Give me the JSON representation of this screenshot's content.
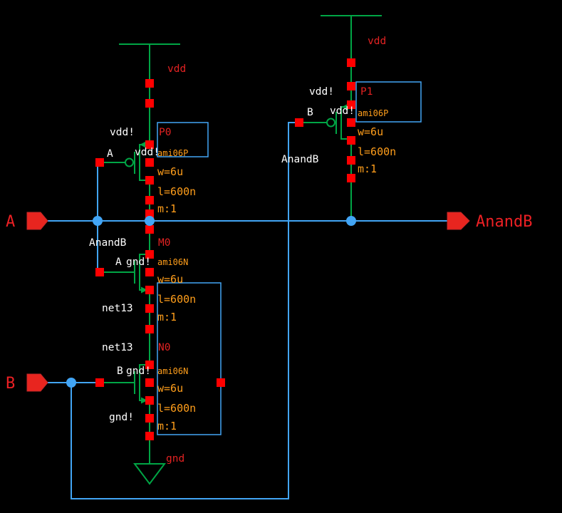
{
  "io": {
    "a": "A",
    "b": "B",
    "out": "AnandB"
  },
  "power": {
    "vdd_left": "vdd",
    "vdd_right": "vdd",
    "gnd": "gnd"
  },
  "devices": {
    "p0": {
      "name": "P0",
      "model": "ami06P",
      "w": "w=6u",
      "l": "l=600n",
      "m": "m:1",
      "source_net": "vdd!",
      "gate_net": "A",
      "bulk_net": "vdd!"
    },
    "m0": {
      "name": "M0",
      "model": "ami06N",
      "w": "w=6u",
      "l": "l=600n",
      "m": "m:1",
      "drain_net": "AnandB",
      "gate_net": "A",
      "bulk_net": "gnd!",
      "source_net": "net13"
    },
    "n0": {
      "name": "N0",
      "model": "ami06N",
      "w": "w=6u",
      "l": "l=600n",
      "m": "m:1",
      "drain_net": "net13",
      "gate_net": "B",
      "bulk_net": "gnd!",
      "source_net": "gnd!"
    },
    "p1": {
      "name": "P1",
      "model": "ami06P",
      "w": "w=6u",
      "l": "l=600n",
      "m": "m:1",
      "source_net": "vdd!",
      "gate_net": "B",
      "bulk_net": "vdd!",
      "drain_net": "AnandB"
    }
  },
  "colors": {
    "background": "#000000",
    "wire_green": "#00A545",
    "net_blue": "#42A5F5",
    "pin_red": "#FF0000",
    "label_red": "#E32222",
    "param_orange": "#FF9E1B",
    "net_label_white": "#FFFFFF"
  }
}
